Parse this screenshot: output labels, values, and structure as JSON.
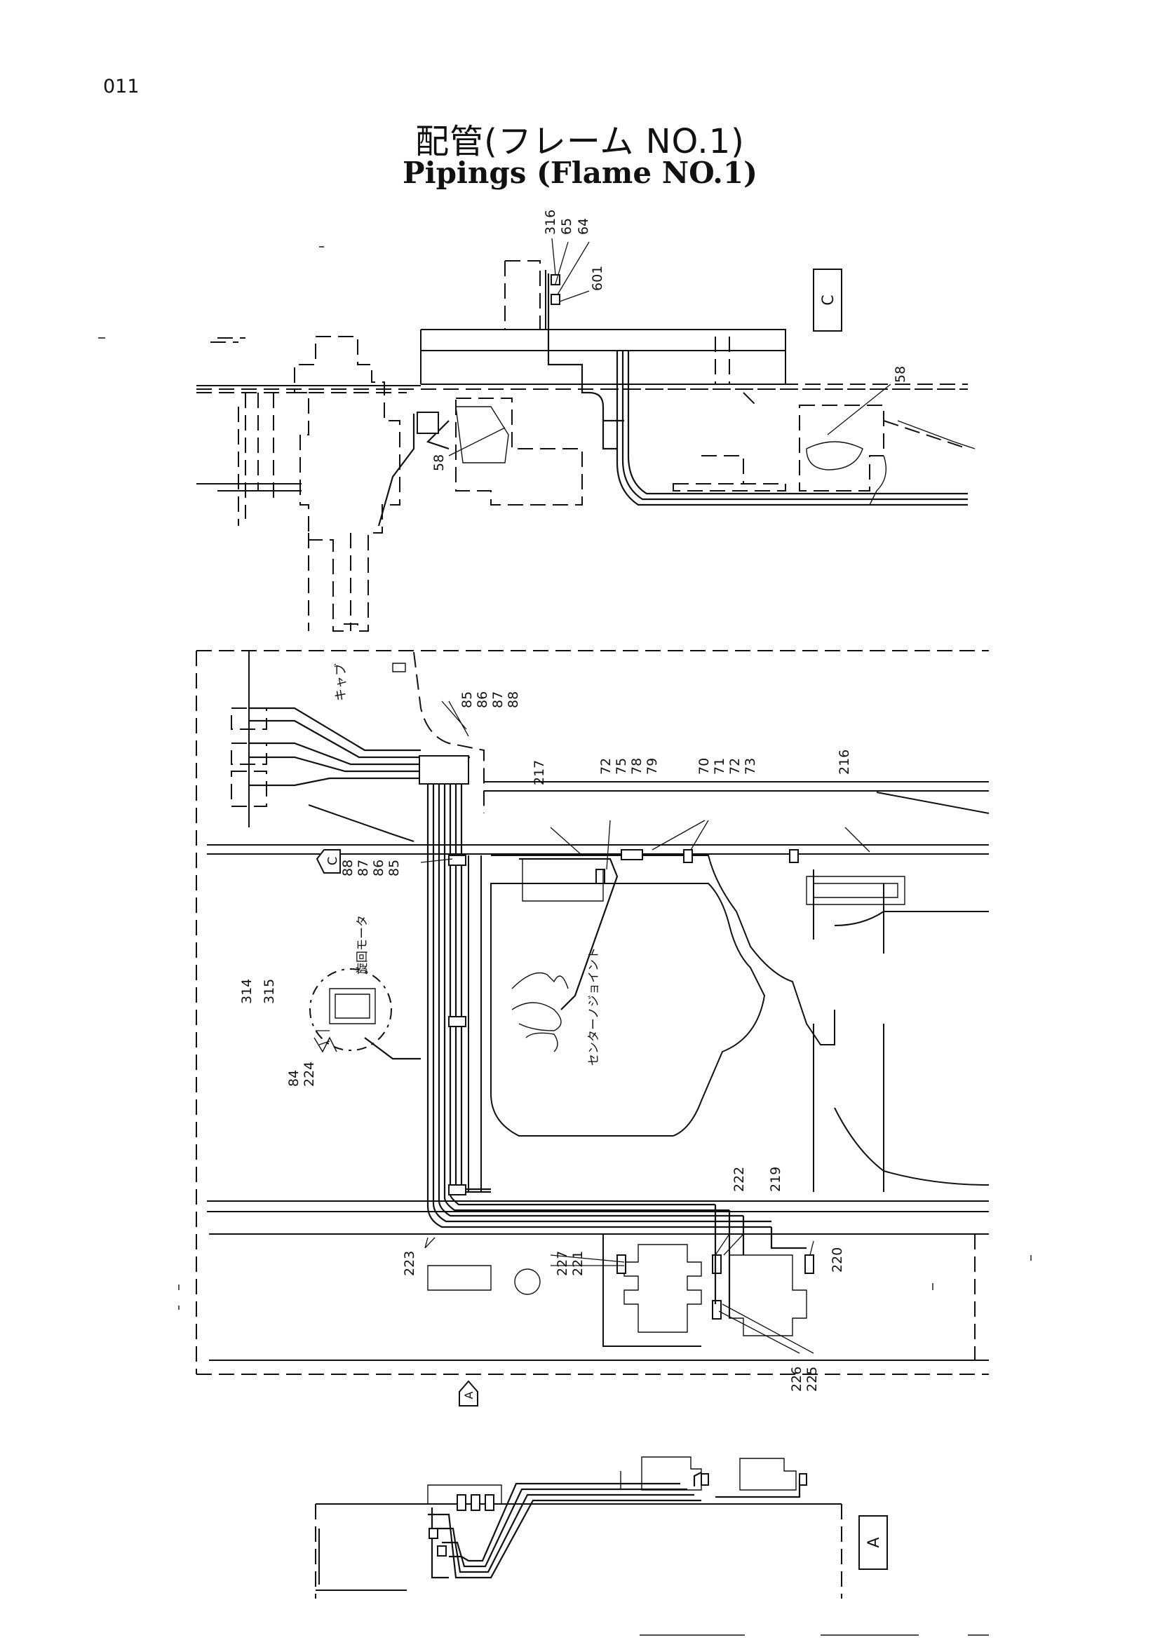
{
  "page_number": "011",
  "title_jp": "配管(フレーム NO.1)",
  "title_en": "Pipings (Flame NO.1)",
  "view_labels": {
    "c": "C",
    "a": "A"
  },
  "section_markers": {
    "c": "C",
    "a": "A"
  },
  "components": {
    "cab": "キャブ",
    "swing_motor": "旋回モータ",
    "center_joint": "センターノジョイント"
  },
  "part_numbers": {
    "top_316": "316",
    "top_65": "65",
    "top_64": "64",
    "top_601": "601",
    "top_58_left": "58",
    "top_58_right": "58",
    "cab_85": "85",
    "cab_86": "86",
    "cab_87": "87",
    "cab_88": "88",
    "c_88": "88",
    "c_87": "87",
    "c_86": "86",
    "c_85": "85",
    "n217": "217",
    "j72": "72",
    "j75": "75",
    "j78": "78",
    "j79": "79",
    "k70": "70",
    "k71": "71",
    "k72": "72",
    "k73": "73",
    "n216": "216",
    "m314": "314",
    "m315": "315",
    "m84": "84",
    "m224": "224",
    "n222": "222",
    "n219": "219",
    "n220": "220",
    "n223": "223",
    "n227": "227",
    "n221": "221",
    "n226": "226",
    "n225": "225"
  }
}
